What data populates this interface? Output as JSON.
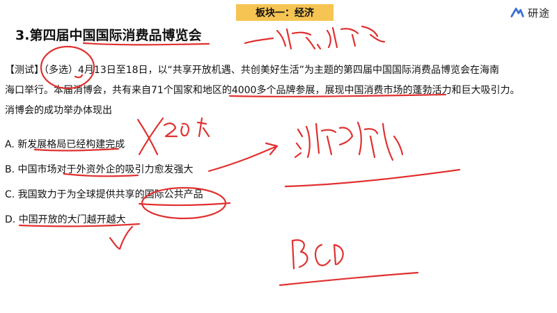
{
  "header": {
    "section_label": "板块一：经济",
    "brand_name": "研途",
    "brand_logo_icon": "yantu-logo-icon"
  },
  "title": "3.第四届中国国际消费品博览会",
  "question": {
    "line1": "【测试】（多选）4月13日至18日，以“共享开放机遇、共创美好生活”为主题的第四届中国国际消费品博览会在海南",
    "line2": "海口举行。本届消博会，共有来自71个国家和地区的4000多个品牌参展，展现中国消费市场的蓬勃活力和巨大吸引力。",
    "line3": "消博会的成功举办体现出"
  },
  "options": [
    {
      "letter": "A.",
      "text": "新发展格局已经构建完成"
    },
    {
      "letter": "B.",
      "text": "中国市场对于外资外企的吸引力愈发强大"
    },
    {
      "letter": "C.",
      "text": "我国致力于为全球提供共享的国际公共产品"
    },
    {
      "letter": "D.",
      "text": "中国开放的大门越开越大"
    }
  ],
  "colors": {
    "accent_badge": "#f6c453",
    "ink": "#e0302f",
    "brand": "#3b6fd4"
  }
}
